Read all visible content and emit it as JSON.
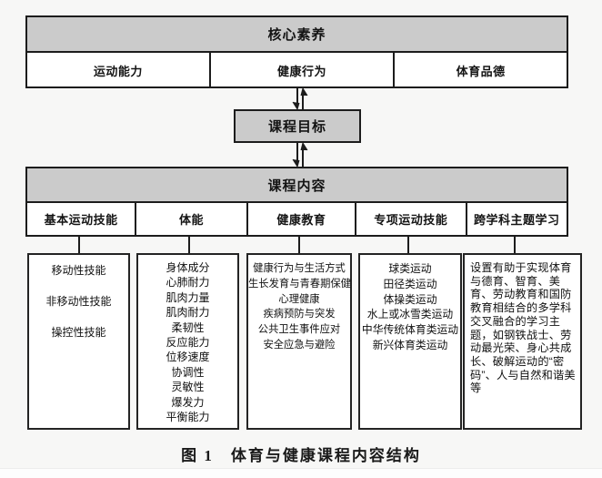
{
  "colors": {
    "header_fill": "#cbcbcb",
    "border": "#1c1c1c",
    "background": "#f7f7f6"
  },
  "core_table": {
    "header": "核心素养",
    "cells": [
      "运动能力",
      "健康行为",
      "体育品德"
    ]
  },
  "goal_box": {
    "label": "课程目标"
  },
  "content_table": {
    "header": "课程内容",
    "columns": [
      {
        "label": "基本运动技能",
        "items": [
          "移动性技能",
          "非移动性技能",
          "操控性技能"
        ]
      },
      {
        "label": "体能",
        "items": [
          "身体成分",
          "心肺耐力",
          "肌肉力量",
          "肌肉耐力",
          "柔韧性",
          "反应能力",
          "位移速度",
          "协调性",
          "灵敏性",
          "爆发力",
          "平衡能力"
        ]
      },
      {
        "label": "健康教育",
        "items": [
          "健康行为与生活方式",
          "生长发育与青春期保健",
          "心理健康",
          "疾病预防与突发",
          "公共卫生事件应对",
          "安全应急与避险"
        ]
      },
      {
        "label": "专项运动技能",
        "items": [
          "球类运动",
          "田径类运动",
          "体操类运动",
          "水上或冰雪类运动",
          "中华传统体育类运动",
          "新兴体育类运动"
        ]
      },
      {
        "label": "跨学科主题学习",
        "paragraph": "设置有助于实现体育与德育、智育、美育、劳动教育和国防教育相结合的多学科交叉融合的学习主题，如钢铁战士、劳动最光荣、身心共成长、破解运动的“密码”、人与自然和谐美等"
      }
    ]
  },
  "caption": "图 1　体育与健康课程内容结构"
}
